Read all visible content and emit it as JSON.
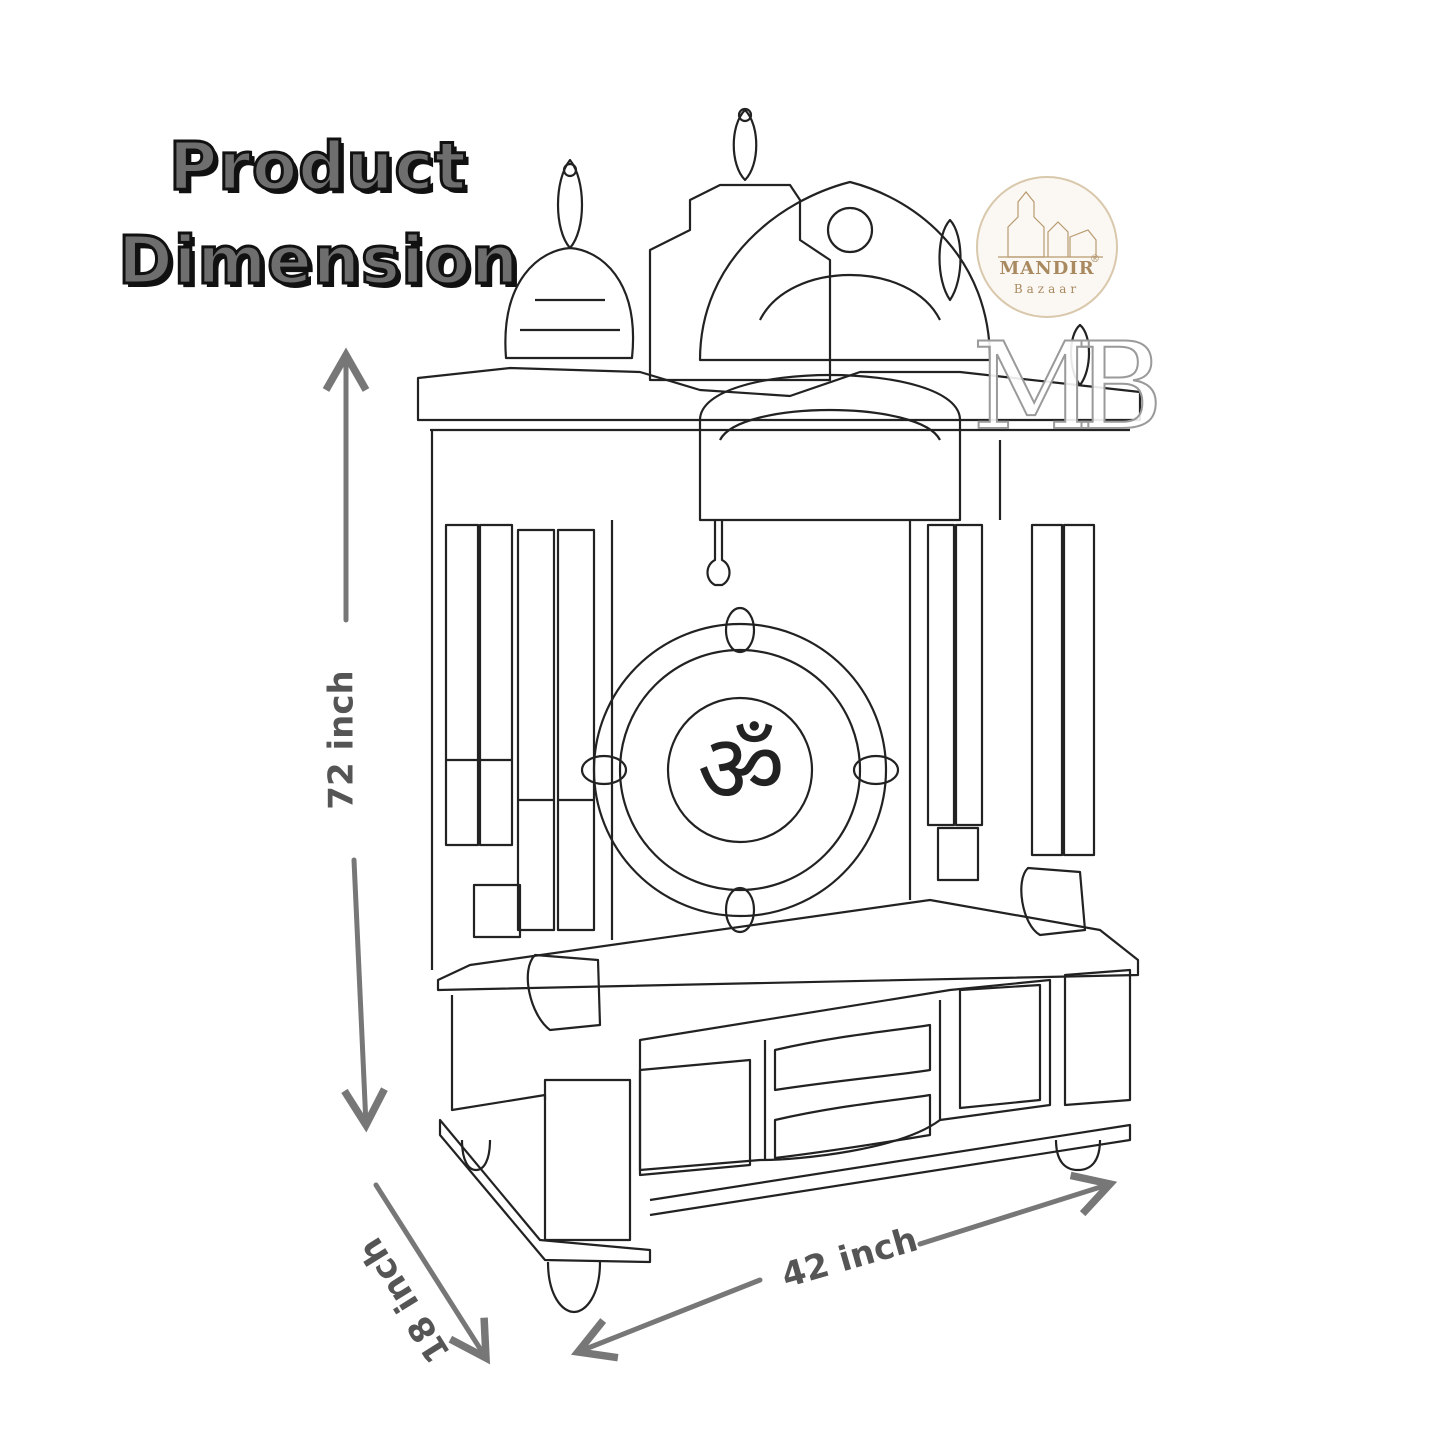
{
  "title": {
    "line1": "Product",
    "line2": "Dimension"
  },
  "dimensions": {
    "height": "72 inch",
    "width": "42 inch",
    "depth": "18 inch"
  },
  "brand": {
    "name": "MANDIR",
    "sub": "Bazaar",
    "registered": "®",
    "monogram": "MB"
  },
  "colors": {
    "arrow": "#777777",
    "line": "#222222",
    "logo": "#a98a60"
  },
  "icons": {
    "om": "om-symbol-icon"
  }
}
